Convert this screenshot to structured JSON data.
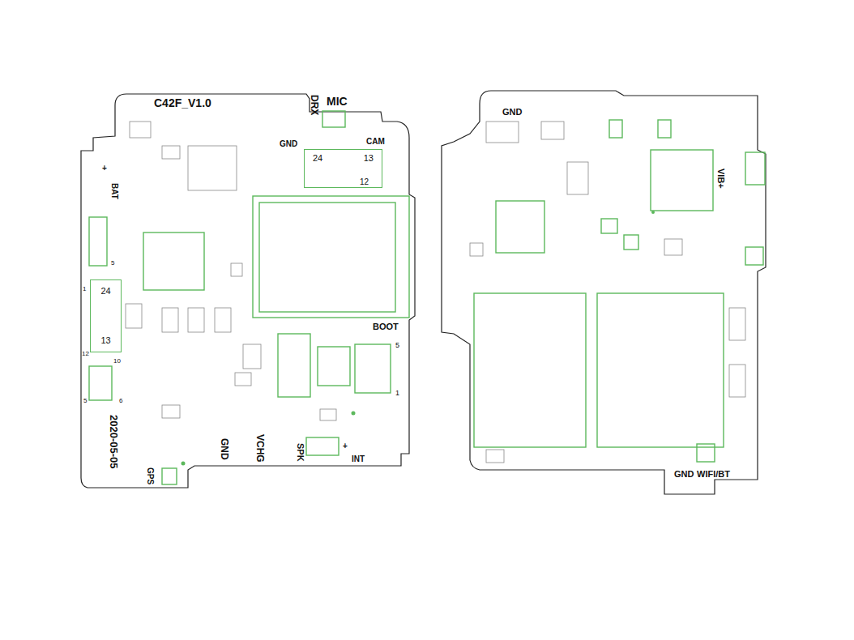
{
  "diagram": {
    "nodes": [
      {
        "text": [
          "24",
          "13"
        ]
      },
      {
        "text": [
          "24",
          "13"
        ]
      }
    ],
    "labels": [
      "C42F_V1.0",
      "DRX",
      "MIC",
      "GND",
      "CAM",
      "12",
      "BAT",
      "+",
      "1",
      "12",
      "10",
      "5",
      "6",
      "5",
      "BOOT",
      "5",
      "1",
      "2020-05-05",
      "GPS",
      "GND",
      "VCHG",
      "SPK",
      "INT",
      "+",
      "GND",
      "VIB+",
      "GND",
      "WIFI/BT"
    ]
  }
}
